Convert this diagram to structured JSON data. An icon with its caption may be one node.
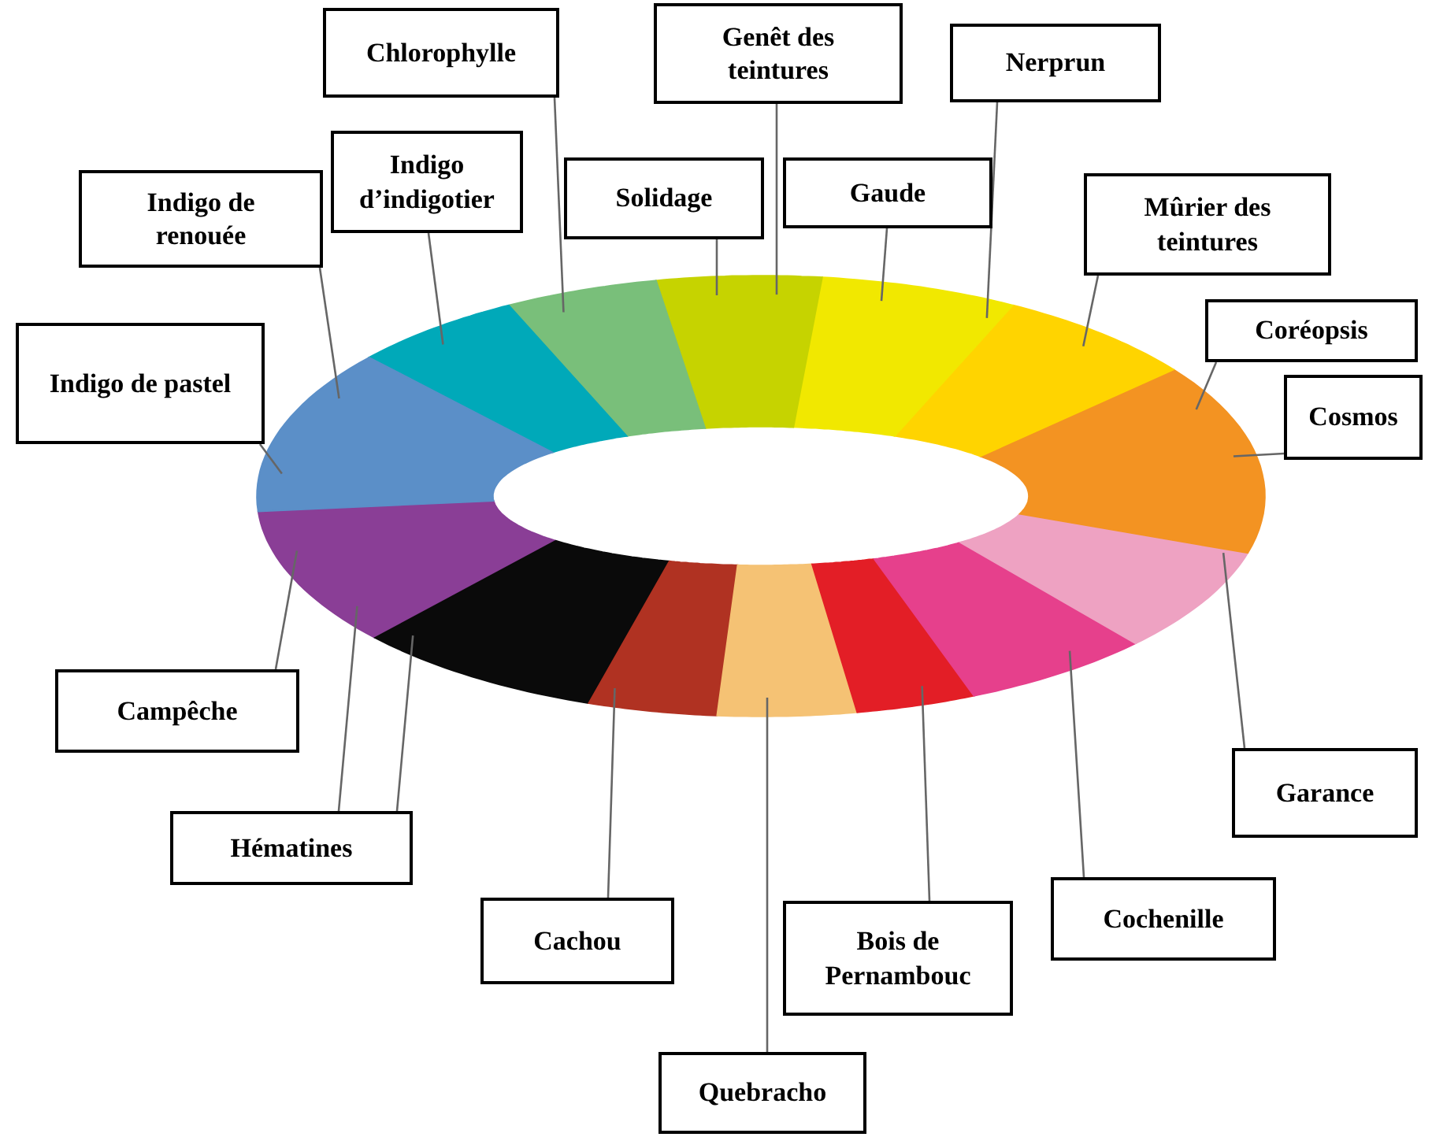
{
  "diagram": {
    "nodes": [
      {
        "text": [
          "Chlorophylle"
        ]
      },
      {
        "text": [
          "Genêt des teintures"
        ]
      },
      {
        "text": [
          "Nerprun"
        ]
      },
      {
        "text": [
          "Indigo d’indigotier"
        ]
      },
      {
        "text": [
          "Solidage"
        ]
      },
      {
        "text": [
          "Gaude"
        ]
      },
      {
        "text": [
          "Indigo de renouée"
        ]
      },
      {
        "text": [
          "Mûrier des teintures"
        ]
      },
      {
        "text": [
          "Indigo de pastel"
        ]
      },
      {
        "text": [
          "Coréopsis"
        ]
      },
      {
        "text": [
          "Cosmos"
        ]
      },
      {
        "text": [
          "Campêche"
        ]
      },
      {
        "text": [
          "Garance"
        ]
      },
      {
        "text": [
          "Hématines"
        ]
      },
      {
        "text": [
          "Cachou"
        ]
      },
      {
        "text": [
          "Bois de Pernambouc"
        ]
      },
      {
        "text": [
          "Cochenille"
        ]
      },
      {
        "text": [
          "Quebracho"
        ]
      },
      {
        "text": [],
        "shape": "sector"
      },
      {
        "text": [],
        "shape": "sector"
      },
      {
        "text": [],
        "shape": "sector"
      },
      {
        "text": [],
        "shape": "sector"
      },
      {
        "text": [],
        "shape": "sector"
      },
      {
        "text": [],
        "shape": "sector"
      },
      {
        "text": [],
        "shape": "sector"
      },
      {
        "text": [],
        "shape": "sector"
      },
      {
        "text": [],
        "shape": "sector"
      },
      {
        "text": [],
        "shape": "sector"
      },
      {
        "text": [],
        "shape": "sector"
      },
      {
        "text": [],
        "shape": "sector"
      },
      {
        "text": [],
        "shape": "sector"
      },
      {
        "text": [],
        "shape": "sector"
      }
    ],
    "edges": [
      {
        "from": 0,
        "to": 20,
        "arrow": "none"
      },
      {
        "from": 1,
        "to": 21,
        "arrow": "none"
      },
      {
        "from": 2,
        "to": 22,
        "arrow": "none"
      },
      {
        "from": 3,
        "to": 19,
        "arrow": "none"
      },
      {
        "from": 4,
        "to": 21,
        "arrow": "none"
      },
      {
        "from": 5,
        "to": 22,
        "arrow": "none"
      },
      {
        "from": 6,
        "to": 18,
        "arrow": "none"
      },
      {
        "from": 7,
        "to": 23,
        "arrow": "none"
      },
      {
        "from": 8,
        "to": 18,
        "arrow": "none"
      },
      {
        "from": 9,
        "to": 24,
        "arrow": "none"
      },
      {
        "from": 10,
        "to": 24,
        "arrow": "none"
      },
      {
        "from": 11,
        "to": 31,
        "arrow": "none"
      },
      {
        "from": 12,
        "to": 25,
        "arrow": "none"
      },
      {
        "from": 13,
        "to": 31,
        "arrow": "none"
      },
      {
        "from": 13,
        "to": 30,
        "arrow": "none"
      },
      {
        "from": 14,
        "to": 29,
        "arrow": "none"
      },
      {
        "from": 15,
        "to": 27,
        "arrow": "none"
      },
      {
        "from": 16,
        "to": 26,
        "arrow": "none"
      },
      {
        "from": 17,
        "to": 28,
        "arrow": "none"
      }
    ]
  }
}
